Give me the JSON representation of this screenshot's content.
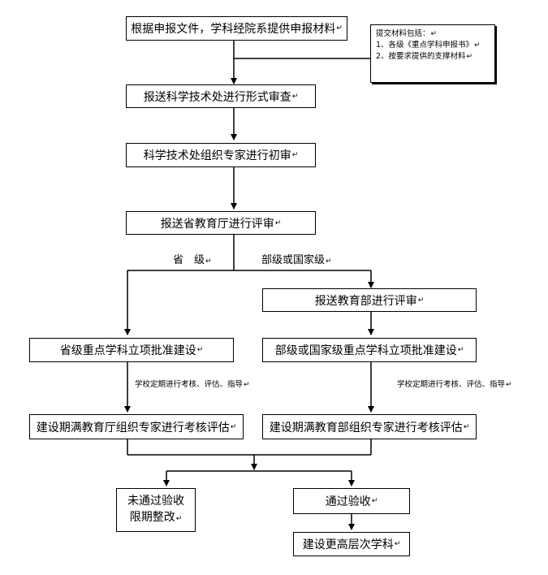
{
  "nodes": {
    "n1": "根据申报文件，学科经院系提供申报材料",
    "n2": "报送科学技术处进行形式审查",
    "n3": "科学技术处组织专家进行初审",
    "n4": "报送省教育厅进行评审",
    "n5": "报送教育部进行评审",
    "n6": "省级重点学科立项批准建设",
    "n7": "部级或国家级重点学科立项批准建设",
    "n8": "建设期满教育厅组织专家进行考核评估",
    "n9": "建设期满教育部组织专家进行考核评估",
    "n10_line1": "未通过验收",
    "n10_line2": "限期整改",
    "n11": "通过验收",
    "n12": "建设更高层次学科"
  },
  "note": {
    "title": "提交材料包括：",
    "item1": "1、各级《重点学科申报书》",
    "item2": "2、按要求提供的支撑材料"
  },
  "labels": {
    "provincial": "省　级",
    "national": "部级或国家级",
    "periodic_left": "学校定期进行考核、评估、指导",
    "periodic_right": "学校定期进行考核、评估、指导"
  },
  "mark": "↵"
}
